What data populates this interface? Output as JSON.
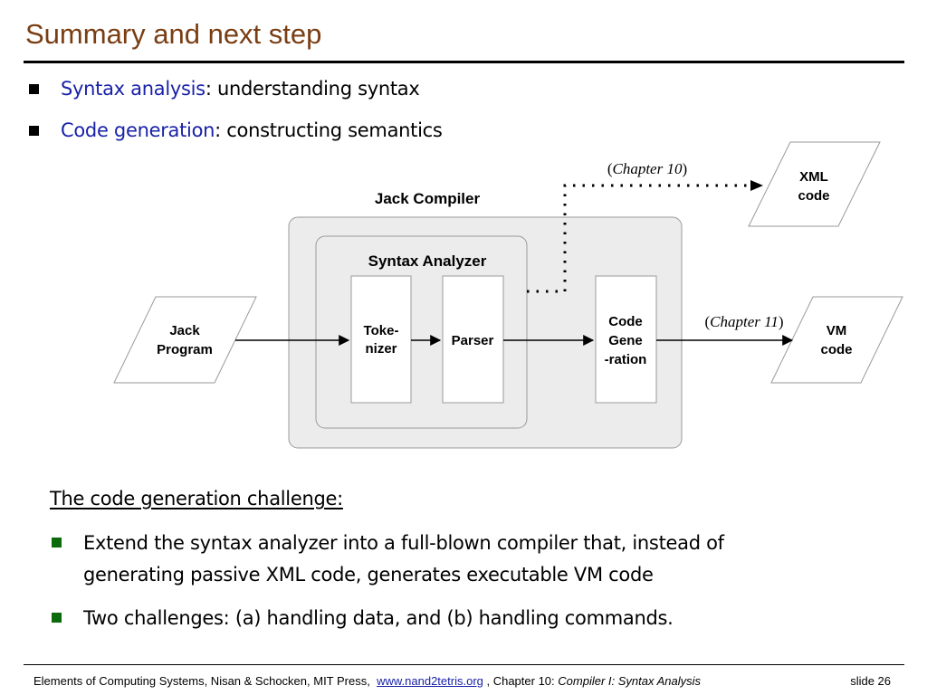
{
  "title": "Summary and next step",
  "bullets": [
    {
      "term": "Syntax analysis",
      "rest": ": understanding syntax"
    },
    {
      "term": "Code generation",
      "rest": ": constructing semantics"
    }
  ],
  "diagram": {
    "compiler_label": "Jack Compiler",
    "analyzer_label": "Syntax Analyzer",
    "input_line1": "Jack",
    "input_line2": "Program",
    "tokenizer_line1": "Toke-",
    "tokenizer_line2": "nizer",
    "parser": "Parser",
    "codegen_line1": "Code",
    "codegen_line2": "Gene",
    "codegen_line3": "-ration",
    "xml_line1": "XML",
    "xml_line2": "code",
    "vm_line1": "VM",
    "vm_line2": "code",
    "chapter10": "Chapter 10",
    "chapter11": "Chapter 11"
  },
  "challenge": {
    "title": "The code generation challenge:",
    "items": [
      {
        "line1": "Extend the syntax analyzer into a full-blown compiler that, instead of",
        "line2": "generating passive XML code, generates executable VM code"
      },
      {
        "line1": "Two challenges:  (a) handling data, and (b) handling commands.",
        "line2": ""
      }
    ]
  },
  "footer": {
    "prefix": "Elements of Computing Systems, Nisan & Schocken, MIT Press, ",
    "link": "www.nand2tetris.org",
    "middle": " , Chapter 10: ",
    "italic": "Compiler I: Syntax Analysis",
    "slide": "slide 26"
  }
}
